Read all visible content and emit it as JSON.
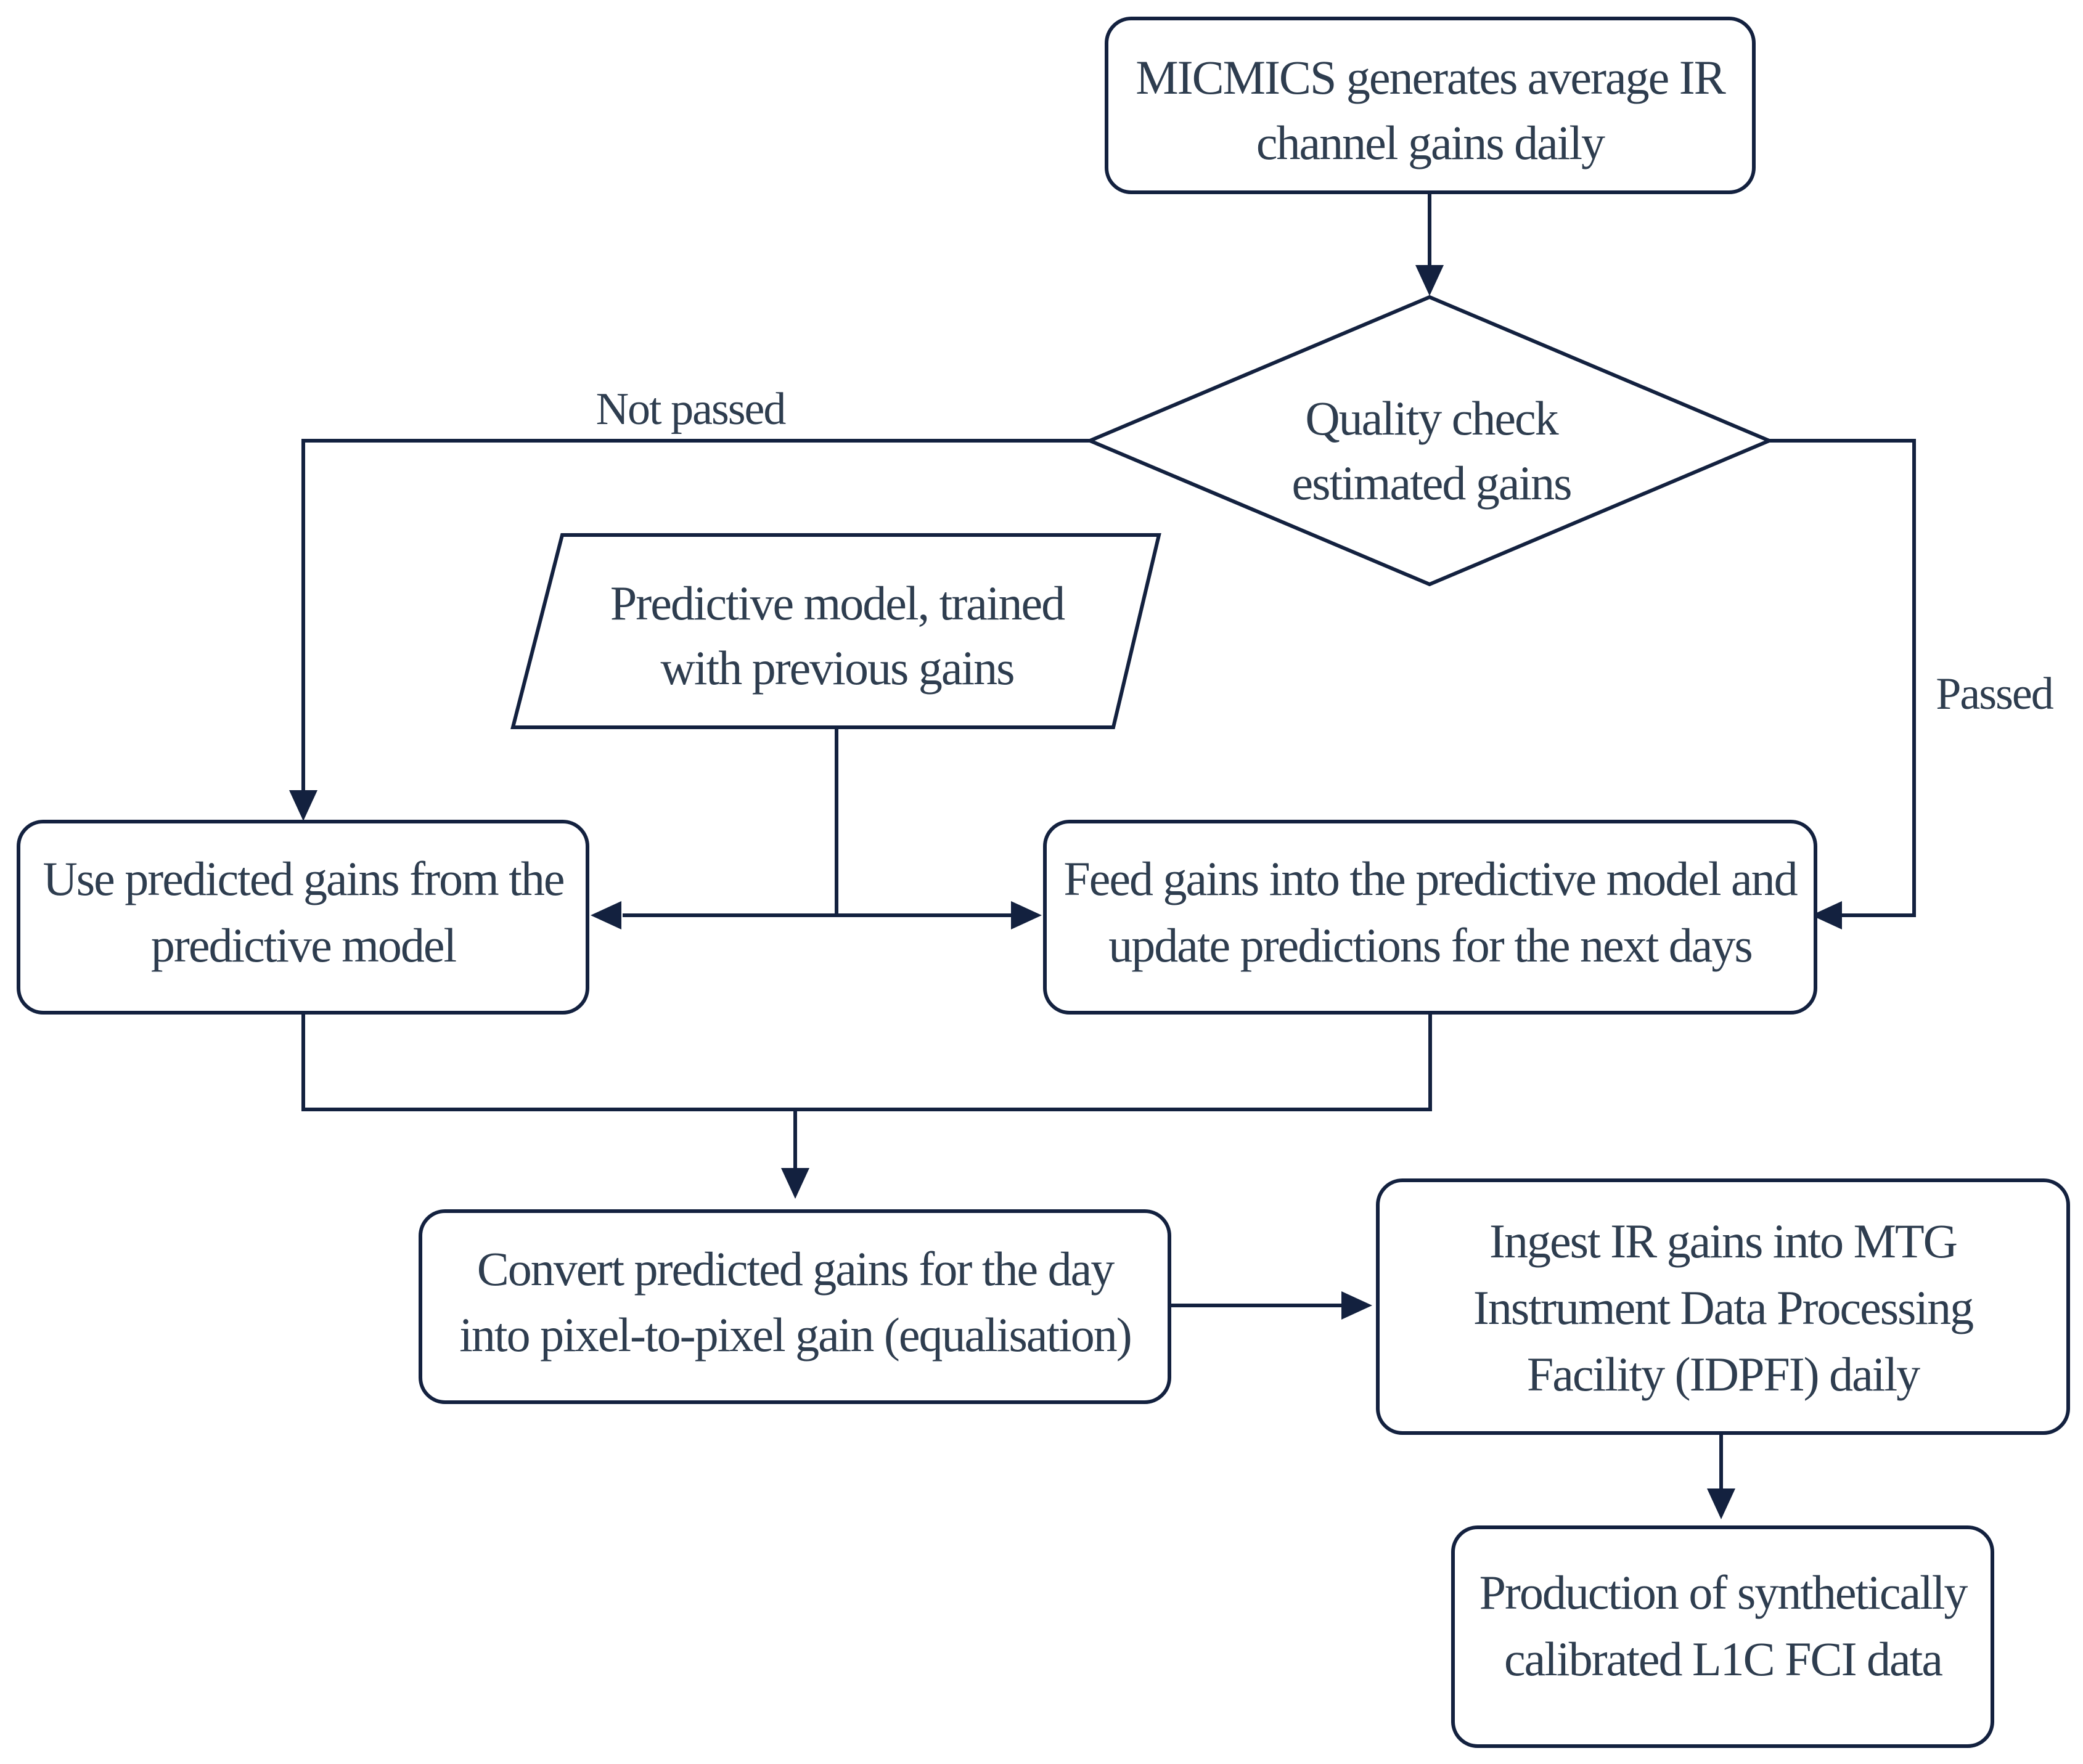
{
  "diagram": {
    "colors": {
      "stroke": "#13213f",
      "text": "#2e3d4f",
      "fill": "#ffffff"
    },
    "nodes": {
      "micmics": {
        "shape": "rounded-rectangle",
        "line1": "MICMICS generates average IR",
        "line2": "channel gains daily"
      },
      "quality_check": {
        "shape": "diamond",
        "line1": "Quality check",
        "line2": "estimated gains"
      },
      "predictive_model": {
        "shape": "parallelogram",
        "line1": "Predictive model, trained",
        "line2": "with previous gains"
      },
      "use_predicted": {
        "shape": "rounded-rectangle",
        "line1": "Use predicted gains from the",
        "line2": "predictive model"
      },
      "feed_gains": {
        "shape": "rounded-rectangle",
        "line1": "Feed gains into the predictive model and",
        "line2": "update predictions for the next days"
      },
      "convert": {
        "shape": "rounded-rectangle",
        "line1": "Convert predicted gains for the day",
        "line2": "into pixel-to-pixel gain (equalisation)"
      },
      "ingest": {
        "shape": "rounded-rectangle",
        "line1": "Ingest IR gains into MTG",
        "line2": "Instrument Data Processing",
        "line3": "Facility (IDPFI) daily"
      },
      "production": {
        "shape": "rounded-rectangle",
        "line1": "Production of synthetically",
        "line2": "calibrated L1C FCI data"
      }
    },
    "edge_labels": {
      "not_passed": "Not passed",
      "passed": "Passed"
    },
    "edges": [
      {
        "from": "micmics",
        "to": "quality_check"
      },
      {
        "from": "quality_check",
        "to": "use_predicted",
        "label": "not_passed"
      },
      {
        "from": "quality_check",
        "to": "feed_gains",
        "label": "passed"
      },
      {
        "from": "predictive_model",
        "to": "use_predicted"
      },
      {
        "from": "predictive_model",
        "to": "feed_gains"
      },
      {
        "from": "use_predicted",
        "to": "convert"
      },
      {
        "from": "feed_gains",
        "to": "convert"
      },
      {
        "from": "convert",
        "to": "ingest"
      },
      {
        "from": "ingest",
        "to": "production"
      }
    ]
  }
}
